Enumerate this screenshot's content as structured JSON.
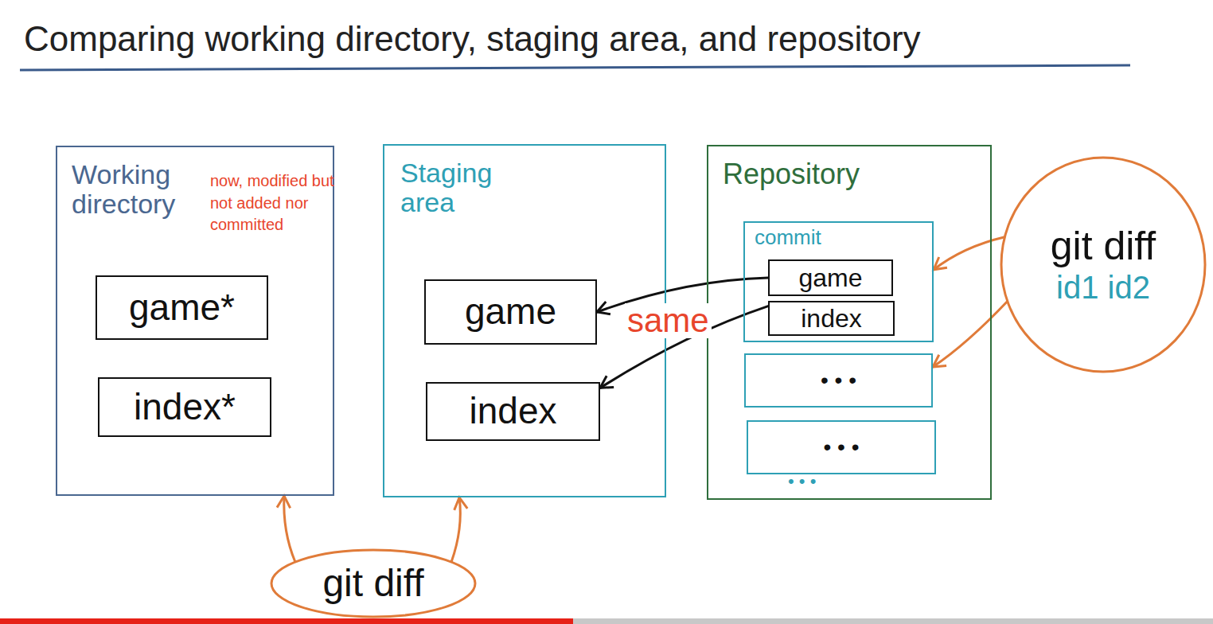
{
  "diagram": {
    "title": "Comparing working directory, staging area, and repository",
    "nodes": [
      {
        "text": [
          "Working directory"
        ]
      },
      {
        "text": [
          "game*"
        ],
        "in": 0
      },
      {
        "text": [
          "index*"
        ],
        "in": 0
      },
      {
        "text": [
          "Staging area"
        ]
      },
      {
        "text": [
          "game"
        ],
        "in": 3
      },
      {
        "text": [
          "index"
        ],
        "in": 3
      },
      {
        "text": [
          "Repository"
        ]
      },
      {
        "text": [
          "commit"
        ],
        "in": 6
      },
      {
        "text": [
          "game"
        ],
        "in": 7
      },
      {
        "text": [
          "index"
        ],
        "in": 7
      },
      {
        "text": [
          "• • •"
        ],
        "in": 6
      },
      {
        "text": [
          "• • •"
        ],
        "in": 6
      },
      {
        "text": [
          "git diff",
          "id1 id2"
        ]
      },
      {
        "text": [
          "git diff"
        ]
      }
    ],
    "edges": [
      {
        "from": 8,
        "to": 4,
        "arrow": "to",
        "label": "same"
      },
      {
        "from": 9,
        "to": 5,
        "arrow": "to"
      },
      {
        "from": 12,
        "to": 7,
        "arrow": "to"
      },
      {
        "from": 12,
        "to": 10,
        "arrow": "to"
      },
      {
        "from": 13,
        "to": 0,
        "arrow": "to"
      },
      {
        "from": 13,
        "to": 3,
        "arrow": "to"
      }
    ],
    "labels": [
      "now, modified but not added nor committed",
      "• • •"
    ]
  }
}
